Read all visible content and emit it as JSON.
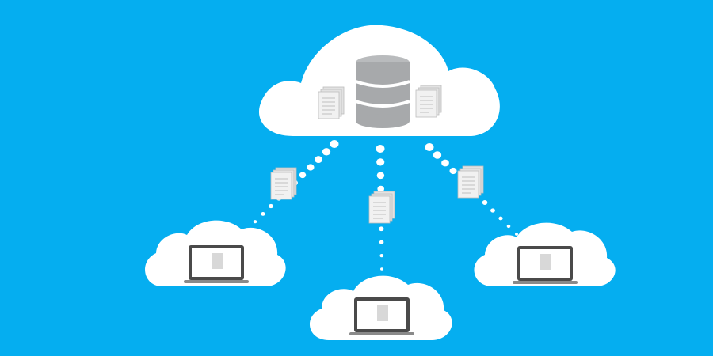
{
  "colors": {
    "background": "#05aef0",
    "cloud": "#ffffff",
    "database": "#a7a9ab",
    "database_band": "#ffffff",
    "document": "#f1f1f1",
    "document_line": "#c8c8c8",
    "laptop_frame": "#4a4a4a",
    "laptop_screen": "#ffffff",
    "laptop_base": "#8a8a8a",
    "connector_dot": "#ffffff"
  },
  "icons": {
    "central_storage": "database-icon",
    "files": "document-stack-icon",
    "client_device": "laptop-icon",
    "link": "dotted-connection"
  },
  "clients": [
    "left",
    "center",
    "right"
  ]
}
